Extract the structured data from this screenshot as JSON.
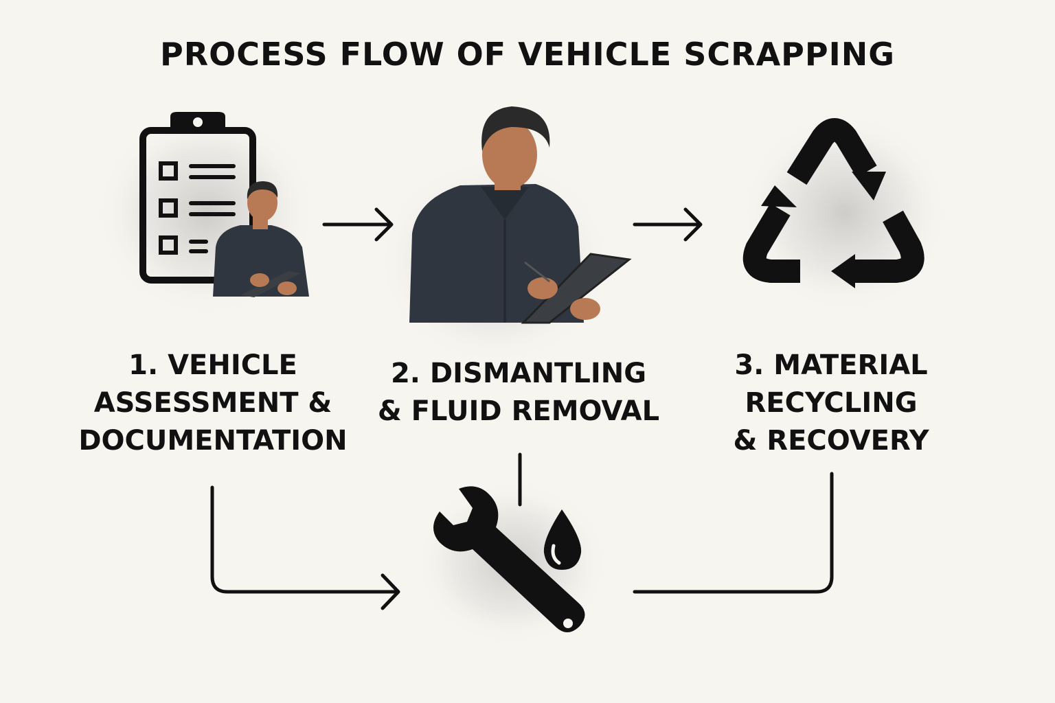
{
  "title": "PROCESS FLOW OF VEHICLE SCRAPPING",
  "steps": [
    {
      "label": "1. VEHICLE\nASSESSMENT &\nDOCUMENTATION",
      "icon": "clipboard-checklist-with-inspector"
    },
    {
      "label": "2. DISMANTLING\n& FLUID REMOVAL",
      "icon": "inspector-with-clipboard"
    },
    {
      "label": "3. MATERIAL\nRECYCLING\n& RECOVERY",
      "icon": "recycle-icon"
    }
  ],
  "center_icon": "wrench-and-drop-icon",
  "colors": {
    "background": "#f7f5f0",
    "ink": "#111111",
    "shirt": "#2f3640",
    "skin": "#b77a55"
  }
}
